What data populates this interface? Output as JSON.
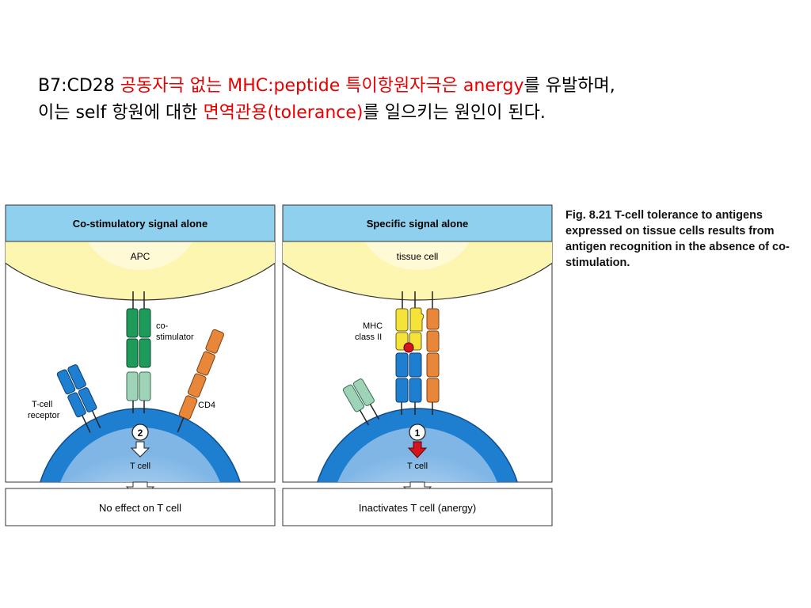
{
  "slide": {
    "line1": [
      {
        "text": "B7:CD28 ",
        "color": "black"
      },
      {
        "text": "공동자극 없는 MHC:peptide 특이항원자극은 anergy",
        "color": "red"
      },
      {
        "text": "를 유발하며,",
        "color": "black"
      }
    ],
    "line2": [
      {
        "text": "이는 self 항원에 대한 ",
        "color": "black"
      },
      {
        "text": "면역관용(tolerance)",
        "color": "red"
      },
      {
        "text": "를 일으키는 원인이 된다.",
        "color": "black"
      }
    ]
  },
  "caption": {
    "fig_label": "Fig. 8.21",
    "text": "T-cell tolerance to antigens expressed on tissue cells results from antigen recognition in the absence of co-stimulation."
  },
  "left_panel": {
    "header": "Co-stimulatory  signal  alone",
    "apc_label": "APC",
    "costim_label_1": "co-",
    "costim_label_2": "stimulator",
    "cd4_label": "CD4",
    "tcr_label_1": "T-cell",
    "tcr_label_2": "receptor",
    "signal_number": "2",
    "tcell_label": "T cell",
    "outcome": "No  effect  on  T  cell"
  },
  "right_panel": {
    "header": "Specific  signal  alone",
    "cell_label": "tissue cell",
    "mhc_label_1": "MHC",
    "mhc_label_2": "class  II",
    "signal_number": "1",
    "tcell_label": "T cell",
    "outcome": "Inactivates  T  cell  (anergy)"
  },
  "colors": {
    "header_blue": "#8fd0ee",
    "apc_yellow": "#fdf6b0",
    "tcell_blue": "#1e7fd0",
    "green": "#1e9a5a",
    "pale_green": "#9fd3b8",
    "orange": "#e8873a",
    "yellow": "#f5e33a",
    "red": "#d6141e"
  }
}
